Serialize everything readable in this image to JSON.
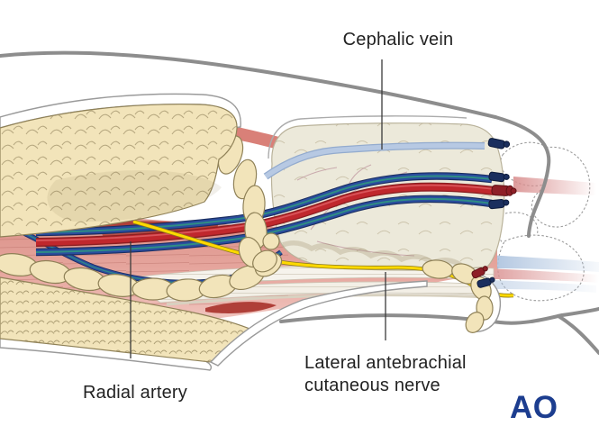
{
  "figure": {
    "labels": {
      "cephalic_vein": "Cephalic vein",
      "radial_artery": "Radial artery",
      "lateral_antebrachial_cutaneous_nerve": "Lateral antebrachial\ncutaneous nerve"
    },
    "logo": {
      "text": "AO"
    },
    "colors": {
      "background": "#ffffff",
      "label-text": "#222222",
      "silhouette-gray": "#8d8d8d",
      "fat-cream": "#f2e4ba",
      "fat-outline": "#8f8157",
      "tissue-block": "#ece9da",
      "muscle-pink": "#dd9187",
      "muscle-deep": "#af3f38",
      "artery-red": "#c0272d",
      "artery-dark": "#8c1f22",
      "artery-highlight": "#d9555a",
      "vein-blue": "#2a4d9e",
      "vein-dark": "#1b2f62",
      "vein-teal": "#2f8d84",
      "cephalic-lightblue": "#b7c9e3",
      "nerve-yellow": "#ffd900",
      "nerve-outline": "#8a7a1f",
      "clamp-navy": "#1b2f5e",
      "clamp-red": "#8e1f27",
      "logo-blue": "#1c3d8f"
    }
  }
}
